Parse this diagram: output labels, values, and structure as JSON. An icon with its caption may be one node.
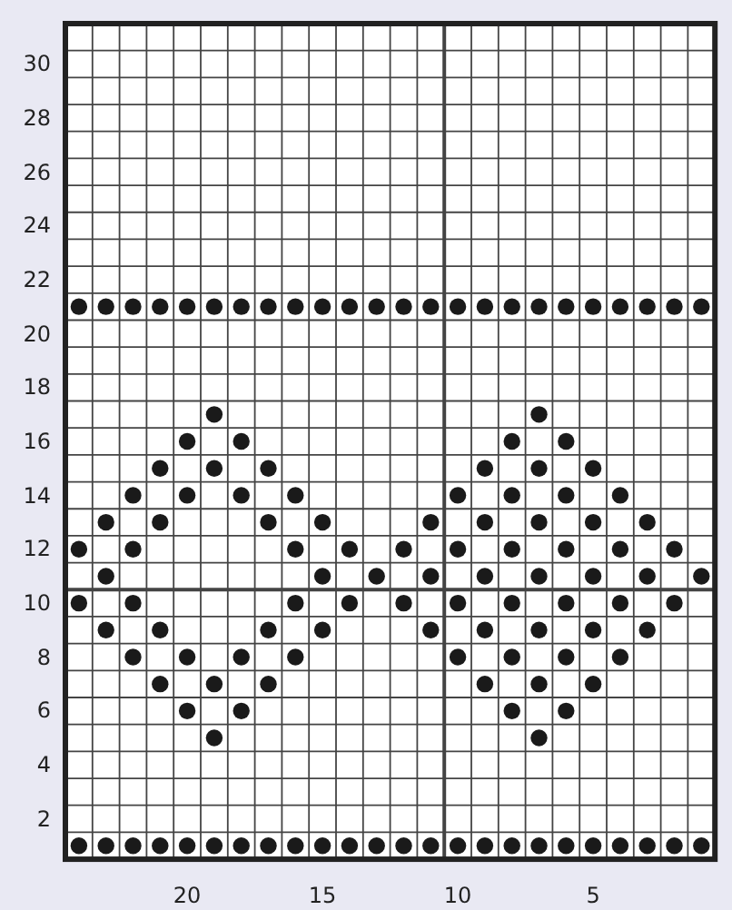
{
  "diagram": {
    "labels": [
      "30",
      "28",
      "26",
      "24",
      "22",
      "20",
      "18",
      "16",
      "14",
      "12",
      "10",
      "8",
      "6",
      "4",
      "2",
      "20",
      "15",
      "10",
      "5"
    ]
  }
}
